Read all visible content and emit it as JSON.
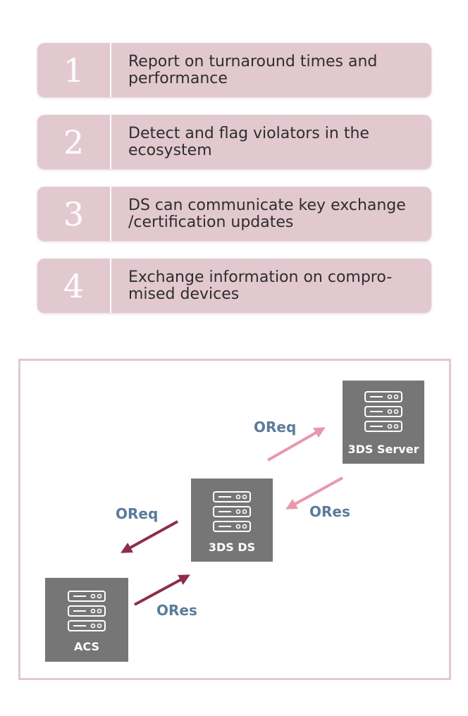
{
  "steps": [
    {
      "num": "1",
      "text": "Report on turnaround times and\nperformance"
    },
    {
      "num": "2",
      "text": "Detect and flag violators in the\necosystem"
    },
    {
      "num": "3",
      "text": "DS can communicate key exchange\n/certification updates"
    },
    {
      "num": "4",
      "text": "Exchange information on compro-\nmised devices"
    }
  ],
  "diagram": {
    "nodes": {
      "server": "3DS Server",
      "ds": "3DS DS",
      "acs": "ACS"
    },
    "labels": {
      "oreq_top": "OReq",
      "ores_mid": "ORes",
      "oreq_mid": "OReq",
      "ores_bottom": "ORes"
    },
    "colors": {
      "light_arrow": "#e699ad",
      "dark_arrow": "#8c2f4b",
      "node_fill": "#767676",
      "label_text": "#5b7b9c",
      "step_fill": "#e2c8cf"
    }
  }
}
